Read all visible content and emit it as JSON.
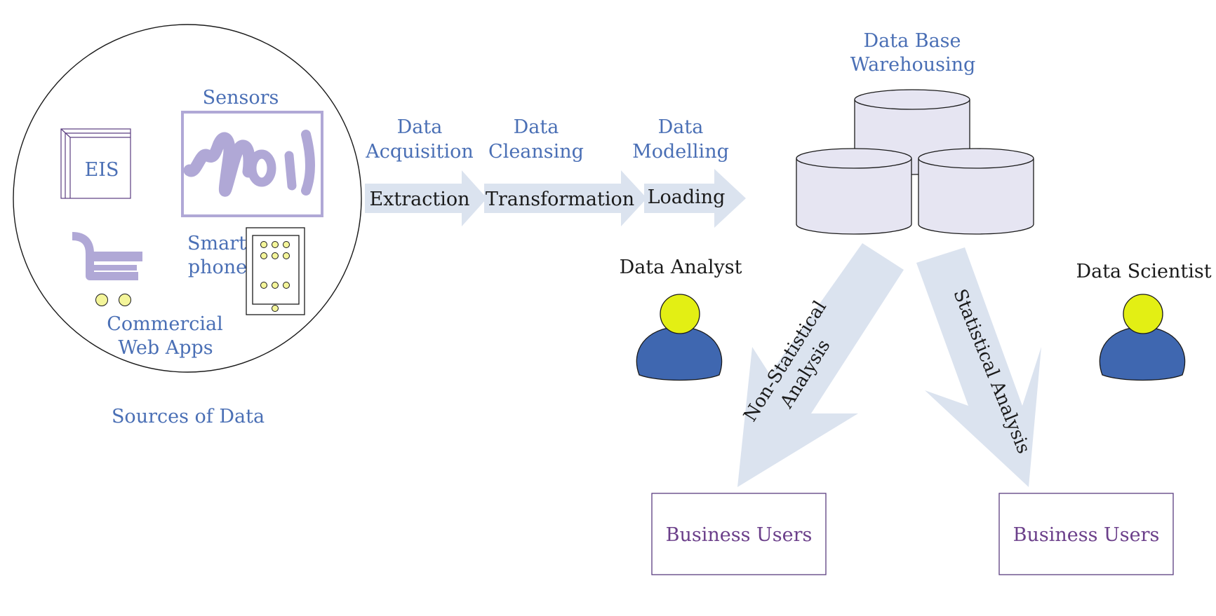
{
  "colors": {
    "label_blue": "#4a6fb5",
    "dark_text": "#1a1a1a",
    "purple_text": "#6b3f8a",
    "lavender": "#b0a8d6",
    "arrow_fill": "#dbe3ef",
    "cylinder_fill": "#e6e5f2",
    "person_body": "#3f67b0",
    "person_head": "#e3ef14",
    "dot_fill": "#f4f59a",
    "box_stroke": "#5b3d80"
  },
  "sources": {
    "eis": "EIS",
    "sensors": "Sensors",
    "smartphone_line1": "Smart",
    "smartphone_line2": "phone",
    "webapps_line1": "Commercial",
    "webapps_line2": "Web Apps",
    "caption": "Sources of Data"
  },
  "etl": {
    "stage1": {
      "top_line1": "Data",
      "top_line2": "Acquisition",
      "arrow_label": "Extraction"
    },
    "stage2": {
      "top_line1": "Data",
      "top_line2": "Cleansing",
      "arrow_label": "Transformation"
    },
    "stage3": {
      "top_line1": "Data",
      "top_line2": "Modelling",
      "arrow_label": "Loading"
    }
  },
  "warehouse": {
    "title_line1": "Data Base",
    "title_line2": "Warehousing"
  },
  "analysis": {
    "left_line1": "Non-Statistical",
    "left_line2": "Analysis",
    "right": "Statistical Analysis"
  },
  "people": {
    "analyst": "Data Analyst",
    "scientist": "Data Scientist"
  },
  "users": {
    "left": "Business Users",
    "right": "Business Users"
  },
  "icons": [
    "monitor-icon",
    "sensor-wave-icon",
    "smartphone-icon",
    "shopping-cart-icon",
    "database-icon",
    "person-icon"
  ]
}
